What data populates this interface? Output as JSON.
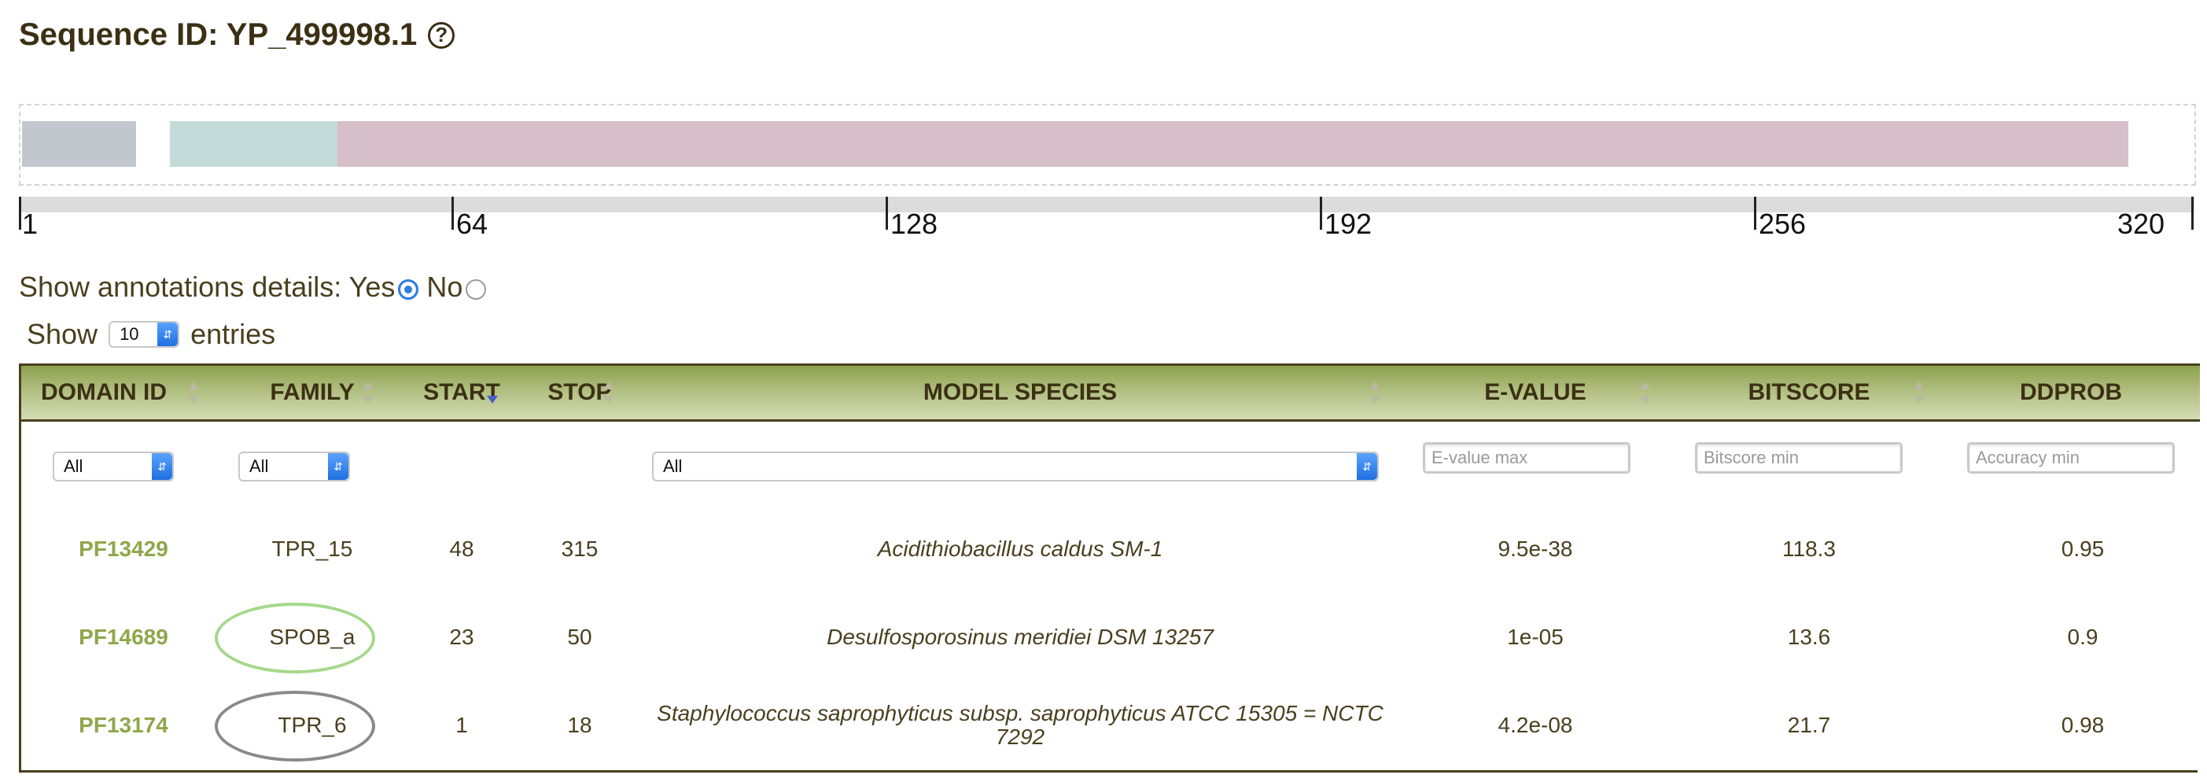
{
  "header": {
    "title": "Sequence ID: YP_499998.1",
    "help_icon": "?"
  },
  "sequence": {
    "length": 320,
    "domains": [
      {
        "start": 1,
        "stop": 18,
        "color": "#c2c7cd"
      },
      {
        "start": 23,
        "stop": 50,
        "color": "#c3dcd9"
      },
      {
        "start": 48,
        "stop": 315,
        "color": "#d6bfc9"
      }
    ],
    "ticks": [
      "1",
      "64",
      "128",
      "192",
      "256",
      "320"
    ]
  },
  "annotations": {
    "label": "Show annotations details: Yes",
    "no_label": "No",
    "selected": "Yes"
  },
  "show_entries": {
    "prefix": "Show",
    "value": "10",
    "suffix": "entries"
  },
  "table": {
    "headers": {
      "domain_id": "DOMAIN ID",
      "family": "FAMILY",
      "start": "START",
      "stop": "STOP",
      "model_species": "MODEL SPECIES",
      "evalue": "E-VALUE",
      "bitscore": "BITSCORE",
      "ddprob": "DDPROB"
    },
    "filters": {
      "domain_id": "All",
      "family": "All",
      "model_species": "All",
      "evalue_placeholder": "E-value max",
      "bitscore_placeholder": "Bitscore min",
      "accuracy_placeholder": "Accuracy min"
    },
    "rows": [
      {
        "domain_id": "PF13429",
        "family": "TPR_15",
        "start": "48",
        "stop": "315",
        "model_species": "Acidithiobacillus caldus SM-1",
        "evalue": "9.5e-38",
        "bitscore": "118.3",
        "ddprob": "0.95"
      },
      {
        "domain_id": "PF14689",
        "family": "SPOB_a",
        "start": "23",
        "stop": "50",
        "model_species": "Desulfosporosinus meridiei DSM 13257",
        "evalue": "1e-05",
        "bitscore": "13.6",
        "ddprob": "0.9"
      },
      {
        "domain_id": "PF13174",
        "family": "TPR_6",
        "start": "1",
        "stop": "18",
        "model_species": "Staphylococcus saprophyticus subsp. saprophyticus ATCC 15305 = NCTC 7292",
        "evalue": "4.2e-08",
        "bitscore": "21.7",
        "ddprob": "0.98"
      }
    ],
    "highlight_colors": {
      "row2_family": "#a6d88c",
      "row3_family": "#8a8a8a"
    }
  }
}
